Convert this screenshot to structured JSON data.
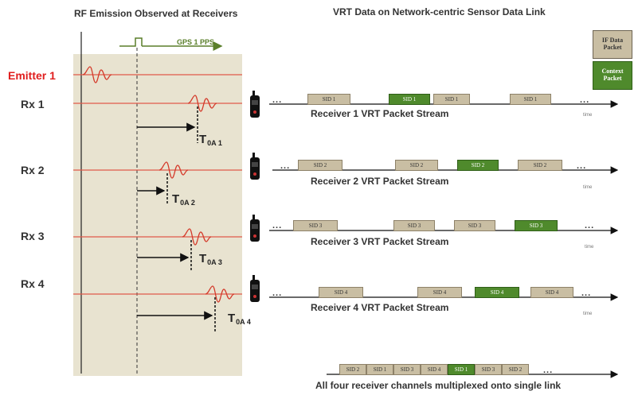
{
  "left_title": "RF Emission Observed at Receivers",
  "right_title": "VRT Data on Network-centric Sensor Data Link",
  "gps_label": "GPS 1 PPS",
  "emitter_label": "Emitter 1",
  "legend": {
    "if_label": "IF Data Packet",
    "context_label": "Context Packet"
  },
  "receivers": [
    {
      "label": "Rx  1",
      "toa": "T",
      "toa_sub": "0A 1",
      "stream": "Receiver 1 VRT Packet Stream",
      "packets": [
        "SID 1",
        "SID 1",
        "SID 1",
        "SID 1"
      ],
      "ellipsis_start": "...",
      "ellipsis_end": "...",
      "time": "time"
    },
    {
      "label": "Rx 2",
      "toa": "T",
      "toa_sub": "0A 2",
      "stream": "Receiver 2 VRT Packet Stream",
      "packets": [
        "SID 2",
        "SID 2",
        "SID 2",
        "SID 2"
      ],
      "ellipsis_start": "...",
      "ellipsis_end": "...",
      "time": "time"
    },
    {
      "label": "Rx 3",
      "toa": "T",
      "toa_sub": "0A 3",
      "stream": "Receiver 3 VRT Packet Stream",
      "packets": [
        "SID 3",
        "SID 3",
        "SID 3",
        "SID 3"
      ],
      "ellipsis_start": "...",
      "ellipsis_end": "...",
      "time": "time"
    },
    {
      "label": "Rx  4",
      "toa": "T",
      "toa_sub": "0A 4",
      "stream": "Receiver 4 VRT Packet Stream",
      "packets": [
        "SID 4",
        "SID 4",
        "SID 4",
        "SID 4"
      ],
      "ellipsis_start": "...",
      "ellipsis_end": "...",
      "time": "time"
    }
  ],
  "multiplexed": {
    "packets": [
      "SID 2",
      "SID 1",
      "SID 3",
      "SID 4",
      "SID 1",
      "SID 3",
      "SID 2"
    ],
    "ellipsis_end": "...",
    "caption": "All four receiver channels multiplexed onto single link"
  },
  "colors": {
    "panel": "#e8e3d0",
    "rf_line": "#e05a4a",
    "if_packet": "#c9bea3",
    "context_packet": "#4f8a2c",
    "gps_arrow": "#5a7f2a",
    "emitter_text": "#e01e1e"
  }
}
